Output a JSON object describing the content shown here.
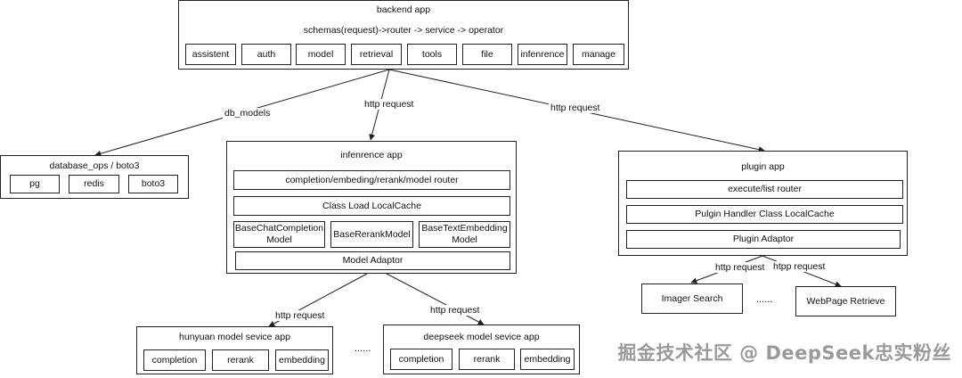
{
  "backend": {
    "title": "backend app",
    "subtitle": "schemas(request)->router -> service -> operator",
    "modules": [
      "assistent",
      "auth",
      "model",
      "retrieval",
      "tools",
      "file",
      "infenrence",
      "manage"
    ]
  },
  "database": {
    "title": "database_ops / boto3",
    "items": [
      "pg",
      "redis",
      "boto3"
    ]
  },
  "inference": {
    "title": "infenrence app",
    "router": "completion/embeding/rerank/model router",
    "cache": "Class Load LocalCache",
    "models": [
      "BaseChatCompletion Model",
      "BaseRerankModel",
      "BaseTextEmbedding Model"
    ],
    "adaptor": "Model Adaptor"
  },
  "plugin": {
    "title": "plugin app",
    "router": "execute/list router",
    "cache": "Pulgin Handler Class LocalCache",
    "adaptor": "Plugin Adaptor"
  },
  "hunyuan": {
    "title": "hunyuan model sevice app",
    "items": [
      "completion",
      "rerank",
      "embedding"
    ]
  },
  "deepseek": {
    "title": "deepseek model sevice app",
    "items": [
      "completion",
      "rerank",
      "embedding"
    ]
  },
  "plugin_targets": {
    "imager": "Imager Search",
    "webpage": "WebPage Retrieve",
    "ellipsis": "......"
  },
  "edges": {
    "db_models": "db_models",
    "http_request": "http request",
    "http_request_infer": "http request",
    "http_request_plugin": "http request",
    "http_request_hunyuan": "http request",
    "http_request_deepseek": "http request",
    "http_request_imager": "http request",
    "htpp_request_webpage": "htpp request"
  },
  "model_services_ellipsis": "......",
  "watermark": "掘金技术社区 @ DeepSeek忠实粉丝"
}
